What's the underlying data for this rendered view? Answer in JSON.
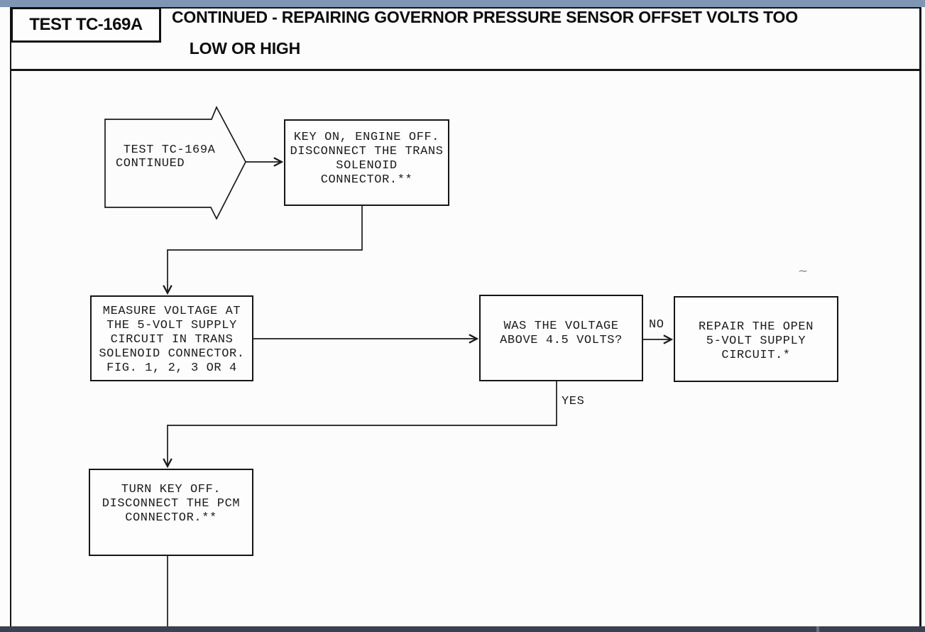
{
  "window": {
    "top_bar_color": "#7e96b4",
    "bottom_bar_color": "#3a4150",
    "page_color": "#fcfcfc",
    "line_color": "#1a1a1a"
  },
  "header": {
    "test_label": "TEST TC-169A",
    "title_line1": "CONTINUED - REPAIRING GOVERNOR PRESSURE SENSOR OFFSET VOLTS TOO",
    "title_line2": "LOW OR HIGH"
  },
  "flowchart": {
    "nodes": {
      "continued": " TEST TC-169A\nCONTINUED",
      "key_on": "KEY ON, ENGINE OFF.\nDISCONNECT THE TRANS\nSOLENOID\nCONNECTOR.**",
      "measure": "MEASURE VOLTAGE AT\nTHE 5-VOLT SUPPLY\nCIRCUIT IN TRANS\nSOLENOID CONNECTOR.\nFIG. 1, 2, 3 OR 4",
      "was_voltage": "WAS THE VOLTAGE\nABOVE 4.5 VOLTS?",
      "repair_open": "REPAIR THE OPEN\n5-VOLT SUPPLY\nCIRCUIT.*",
      "turn_key": "TURN KEY OFF.\nDISCONNECT THE PCM\nCONNECTOR.**"
    },
    "branch_labels": {
      "no": "NO",
      "yes": "YES"
    },
    "artifact_mark": "~"
  }
}
